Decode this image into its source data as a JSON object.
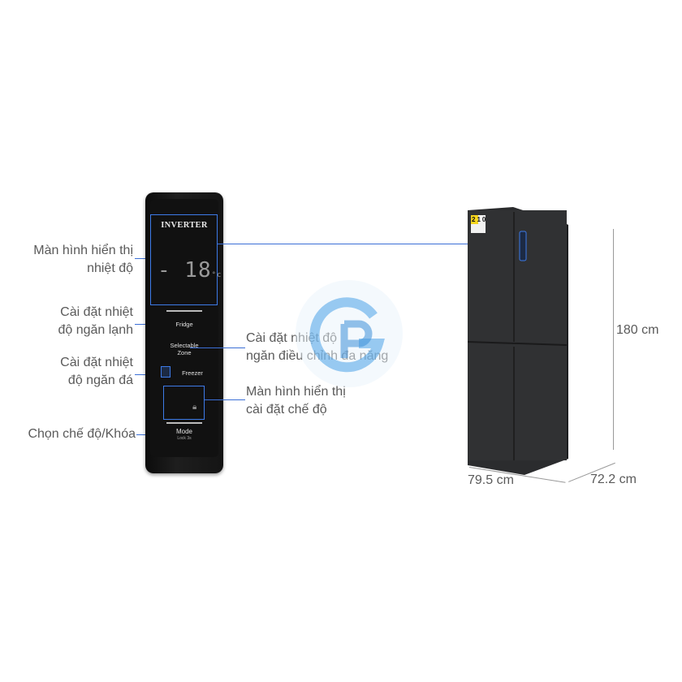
{
  "labels": {
    "display_temp": [
      "Màn hình hiển thị",
      "nhiệt độ"
    ],
    "fridge_temp": [
      "Cài đặt nhiệt",
      "độ ngăn lạnh"
    ],
    "freezer_temp": [
      "Cài đặt nhiệt",
      "độ ngăn đá"
    ],
    "mode_lock": "Chọn chế độ/Khóa",
    "selectable_zone": [
      "Cài đặt nhiệt độ",
      "ngăn điều chỉnh đa năng"
    ],
    "mode_display": [
      "Màn hình hiển thị",
      "cài đặt chế độ"
    ]
  },
  "panel": {
    "brand": "INVERTER",
    "temperature": "- 18",
    "unit": "°c",
    "fridge_btn": "Fridge",
    "zone_btn": [
      "Selectable",
      "Zone"
    ],
    "freezer_btn": "Freezer",
    "mode_btn": "Mode",
    "lock_hint": "Lock 3s"
  },
  "energy_label": [
    "2",
    "10"
  ],
  "dimensions": {
    "height": "180 cm",
    "width": "79.5 cm",
    "depth": "72.2 cm"
  },
  "colors": {
    "leader": "#3b6fd6",
    "panel": "#141414",
    "fridge": "#2b2c2e",
    "watermark": "#4aa3e8"
  }
}
